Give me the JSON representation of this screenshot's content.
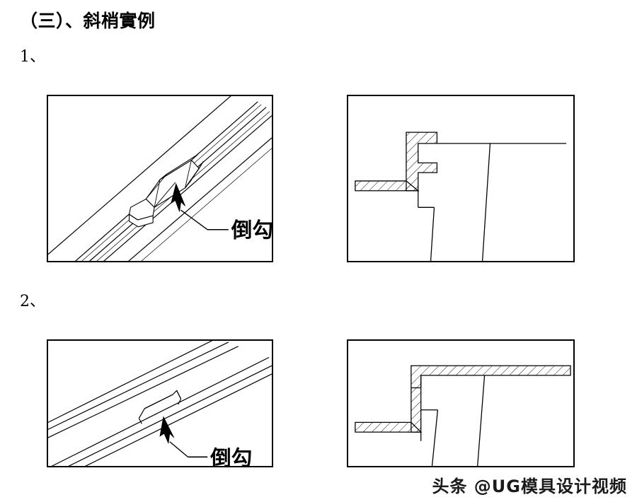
{
  "document": {
    "heading": "（三）、斜梢實例",
    "items": [
      {
        "label": "1、"
      },
      {
        "label": "2、"
      }
    ]
  },
  "figures": {
    "example_1": {
      "iso_view": {
        "caption": "倒勾",
        "description": "3D isometric view of inclined slide rail with undercut block"
      },
      "section_view": {
        "description": "Hatched cross-section of inclined pin with stepped undercut"
      }
    },
    "example_2": {
      "iso_view": {
        "caption": "倒勾",
        "description": "3D isometric view of inclined rail with shallow step undercut"
      },
      "section_view": {
        "description": "Hatched cross-section with L-shaped wall and step"
      }
    }
  },
  "watermark": {
    "text": "头条 @UG模具设计视频"
  },
  "colors": {
    "line": "#000000",
    "background": "#ffffff",
    "text": "#000000"
  }
}
